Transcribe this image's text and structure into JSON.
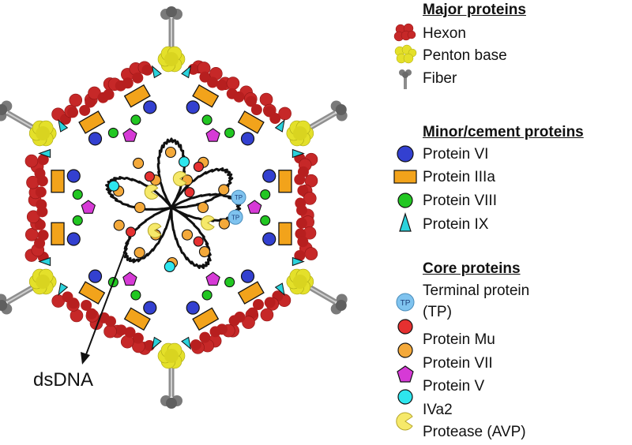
{
  "diagram": {
    "dna_label": "dsDNA",
    "core_label": "TP"
  },
  "legend": {
    "sections": [
      {
        "heading": "Major proteins",
        "items": [
          {
            "label": "Hexon",
            "icon": "hexon-icon",
            "color": "#c62828"
          },
          {
            "label": "Penton base",
            "icon": "penton-base-icon",
            "color": "#e4e02a"
          },
          {
            "label": "Fiber",
            "icon": "fiber-icon",
            "color": "#7a7a7a"
          }
        ]
      },
      {
        "heading": "Minor/cement proteins",
        "items": [
          {
            "label": "Protein VI",
            "icon": "protein-vi-icon",
            "color": "#3340d0"
          },
          {
            "label": "Protein IIIa",
            "icon": "protein-iiia-icon",
            "color": "#f2a31b"
          },
          {
            "label": "Protein VIII",
            "icon": "protein-viii-icon",
            "color": "#22c722"
          },
          {
            "label": "Protein IX",
            "icon": "protein-ix-icon",
            "color": "#2ad2dc"
          }
        ]
      },
      {
        "heading": "Core proteins",
        "items": [
          {
            "label": "Terminal protein",
            "label2": "(TP)",
            "icon": "terminal-protein-icon",
            "color": "#7fc3ef"
          },
          {
            "label": "Protein Mu",
            "icon": "protein-mu-icon",
            "color": "#e53030"
          },
          {
            "label": "Protein VII",
            "icon": "protein-vii-icon",
            "color": "#f4a93a"
          },
          {
            "label": "Protein V",
            "icon": "protein-v-icon",
            "color": "#d63ad6"
          },
          {
            "label": "IVa2",
            "icon": "iva2-icon",
            "color": "#2ee6ee"
          },
          {
            "label": "Protease (AVP)",
            "icon": "protease-icon",
            "color": "#f6e96a"
          }
        ]
      }
    ]
  }
}
